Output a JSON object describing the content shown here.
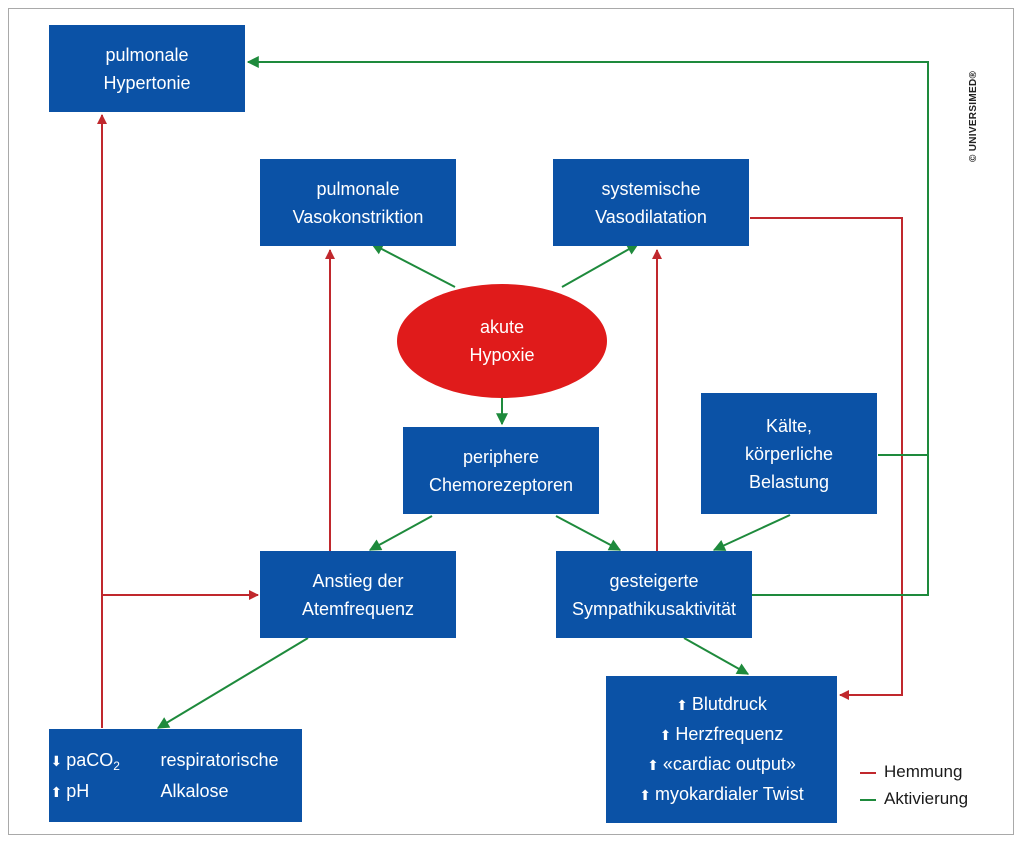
{
  "nodes": {
    "pulmonale_hypertonie": [
      "pulmonale",
      "Hypertonie"
    ],
    "pulmonale_vasokonstriktion": [
      "pulmonale",
      "Vasokonstriktion"
    ],
    "systemische_vasodilatation": [
      "systemische",
      "Vasodilatation"
    ],
    "akute_hypoxie": [
      "akute",
      "Hypoxie"
    ],
    "periphere_chemorezeptoren": [
      "periphere",
      "Chemorezeptoren"
    ],
    "kaelte": [
      "Kälte,",
      "körperliche",
      "Belastung"
    ],
    "anstieg_atemfrequenz": [
      "Anstieg der",
      "Atemfrequenz"
    ],
    "sympathikus": [
      "gesteigerte",
      "Sympathikusaktivität"
    ],
    "effects": [
      "Blutdruck",
      "Herzfrequenz",
      "«cardiac output»",
      "myokardialer Twist"
    ],
    "alkalose": {
      "paco2_prefix": "paCO",
      "paco2_sub": "2",
      "ph": "pH",
      "label": [
        "respiratorische",
        "Alkalose"
      ]
    }
  },
  "legend": {
    "hemmung": "Hemmung",
    "aktivierung": "Aktivierung"
  },
  "copyright": "© UNIVERSIMED®",
  "colors": {
    "box": "#0b52a6",
    "hypoxia": "#e01b1b",
    "inhibition": "#c0282d",
    "activation": "#1e8a3c"
  }
}
